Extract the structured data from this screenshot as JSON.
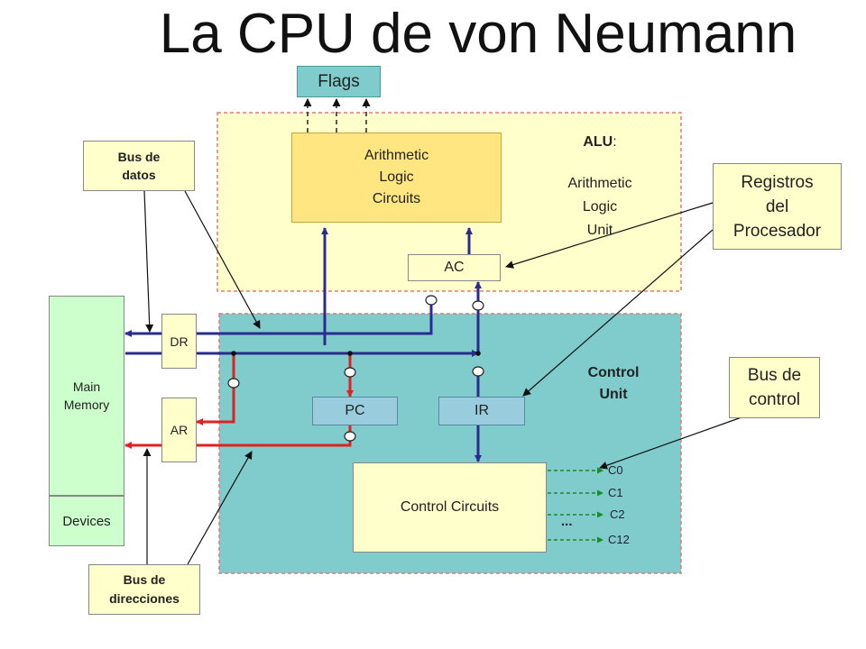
{
  "title": "La CPU de von Neumann",
  "flags": "Flags",
  "alu_circuits": [
    "Arithmetic",
    "Logic",
    "Circuits"
  ],
  "alu_label": {
    "heading": "ALU",
    "colon": ":",
    "lines": [
      "Arithmetic",
      "Logic",
      "Unit"
    ]
  },
  "registers": {
    "ac": "AC",
    "dr": "DR",
    "ar": "AR",
    "pc": "PC",
    "ir": "IR"
  },
  "memory": {
    "main": [
      "Main",
      "Memory"
    ],
    "devices": "Devices"
  },
  "control_unit_label": [
    "Control",
    "Unit"
  ],
  "control_circuits": "Control Circuits",
  "control_signals": [
    "C0",
    "C1",
    "C2",
    "C12"
  ],
  "ellipsis": "...",
  "callouts": {
    "bus_datos": [
      "Bus de",
      "datos"
    ],
    "bus_direcciones": [
      "Bus de",
      "direcciones"
    ],
    "registros": [
      "Registros",
      "del",
      "Procesador"
    ],
    "bus_control": [
      "Bus de",
      "control"
    ]
  },
  "colors": {
    "alu_area": "#ffffcc",
    "control_area": "#80cccc",
    "alu_box": "#ffe680",
    "register": "#ffffcc",
    "pc_ir": "#99ccdd",
    "flags": "#80cccc",
    "memory": "#ccffcc",
    "bus_blue": "#2b2b8f",
    "bus_red": "#dd2222"
  }
}
